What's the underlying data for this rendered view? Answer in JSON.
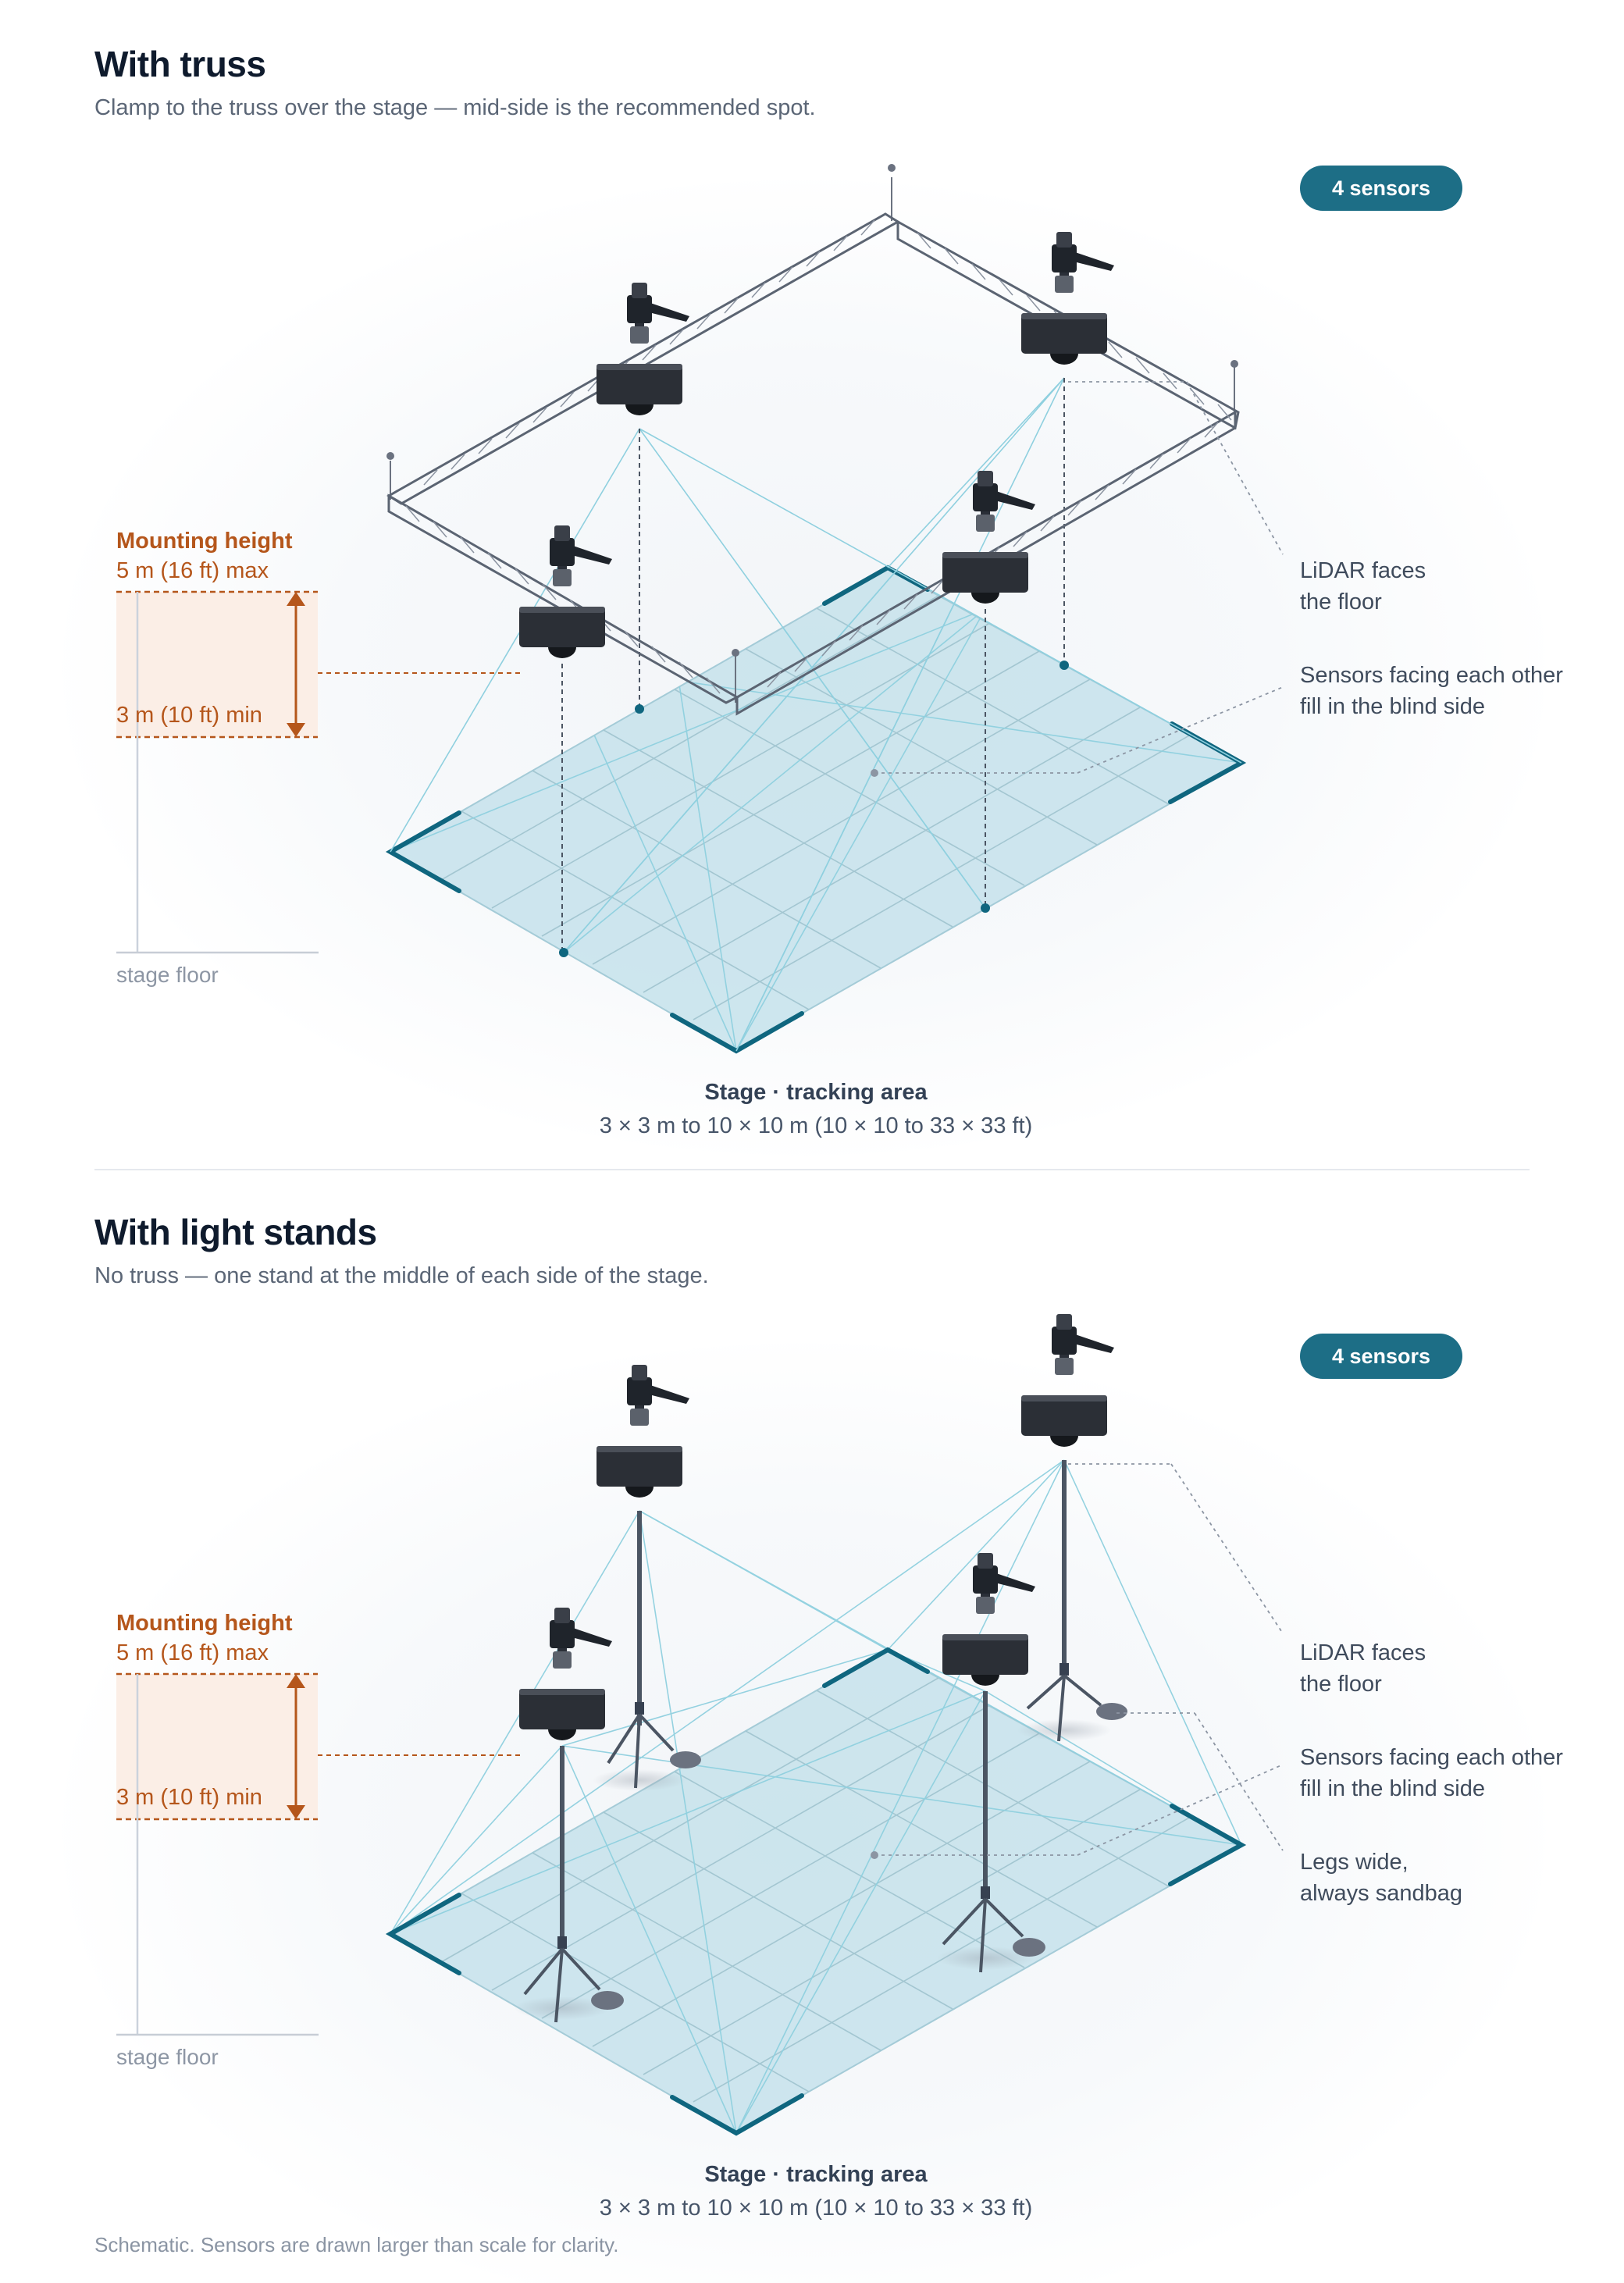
{
  "sections": [
    {
      "id": "truss",
      "title": "With truss",
      "subtitle": "Clamp to the truss over the stage — mid-side is the recommended spot.",
      "badge": "4 sensors",
      "mounting": {
        "label": "Mounting height",
        "max": "5 m (16 ft) max",
        "min": "3 m (10 ft) min"
      },
      "floor_label": "stage floor",
      "callouts": [
        {
          "line1": "LiDAR faces",
          "line2": "the floor"
        },
        {
          "line1": "Sensors facing each other",
          "line2": "fill in the blind side"
        }
      ],
      "stage": {
        "title": "Stage · tracking area",
        "size": "3 × 3 m to 10 × 10 m (10 × 10 to 33 × 33 ft)"
      }
    },
    {
      "id": "stands",
      "title": "With light stands",
      "subtitle": "No truss — one stand at the middle of each side of the stage.",
      "badge": "4 sensors",
      "mounting": {
        "label": "Mounting height",
        "max": "5 m (16 ft) max",
        "min": "3 m (10 ft) min"
      },
      "floor_label": "stage floor",
      "callouts": [
        {
          "line1": "LiDAR faces",
          "line2": "the floor"
        },
        {
          "line1": "Sensors facing each other",
          "line2": "fill in the blind side"
        },
        {
          "line1": "Legs wide,",
          "line2": "always sandbag"
        }
      ],
      "stage": {
        "title": "Stage · tracking area",
        "size": "3 × 3 m to 10 × 10 m (10 × 10 to 33 × 33 ft)"
      }
    }
  ],
  "footnote": "Schematic. Sensors are drawn larger than scale for clarity.",
  "colors": {
    "accent": "#1d6e86",
    "height_accent": "#b5561b",
    "stage_fill": "#c3e1ea",
    "ray": "#8fd0df"
  }
}
